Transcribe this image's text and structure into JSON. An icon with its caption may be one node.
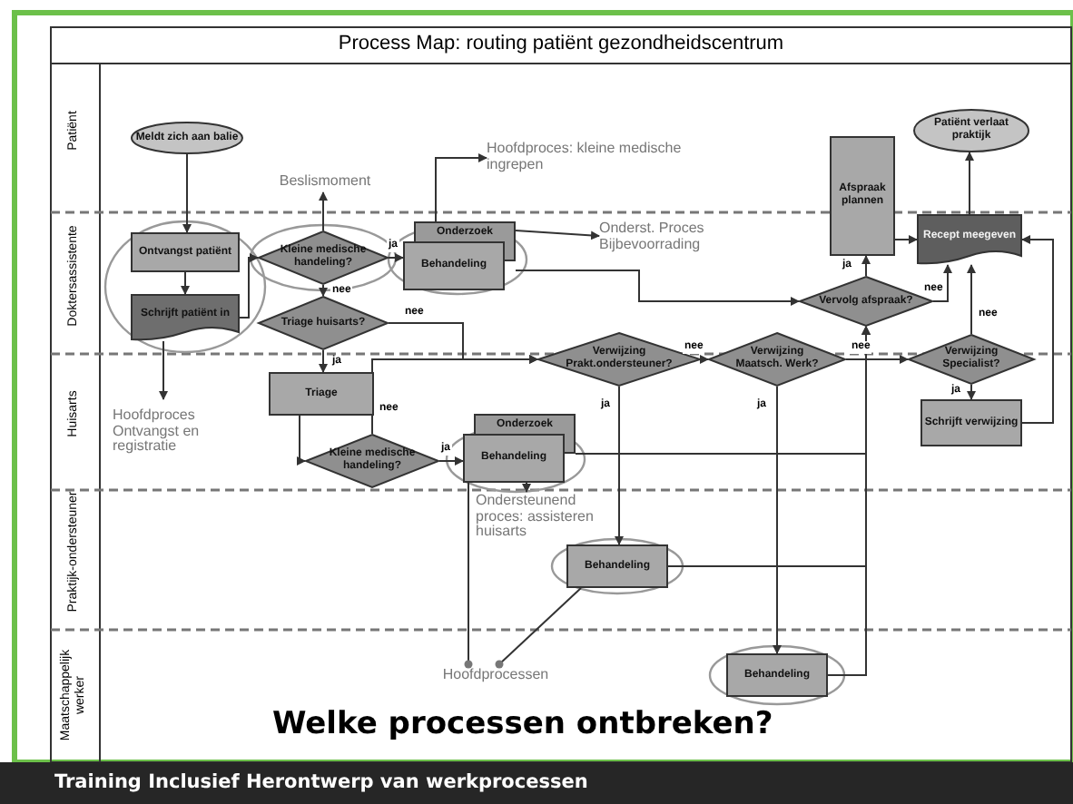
{
  "diagram": {
    "title": "Process Map: routing patiënt gezondheidscentrum",
    "nodes": [
      {
        "text": [
          "Meldt zich aan balie"
        ]
      },
      {
        "text": [
          "Ontvangst patiënt"
        ]
      },
      {
        "text": [
          "Schrijft patiënt in"
        ]
      },
      {
        "text": [
          "Kleine medische handeling?"
        ]
      },
      {
        "text": [
          "Onderzoek",
          "Behandeling"
        ]
      },
      {
        "text": [
          "Triage huisarts?"
        ]
      },
      {
        "text": [
          "Triage"
        ]
      },
      {
        "text": [
          "Kleine medische handeling?"
        ]
      },
      {
        "text": [
          "Onderzoek",
          "Behandeling"
        ]
      },
      {
        "text": [
          "Verwijzing Prakt.ondersteuner?"
        ]
      },
      {
        "text": [
          "Verwijzing Maatsch. Werk?"
        ]
      },
      {
        "text": [
          "Vervolg afspraak?"
        ]
      },
      {
        "text": [
          "Verwijzing Specialist?"
        ]
      },
      {
        "text": [
          "Schrijft verwijzing"
        ]
      },
      {
        "text": [
          "Afspraak plannen"
        ]
      },
      {
        "text": [
          "Recept meegeven"
        ]
      },
      {
        "text": [
          "Patiënt verlaat praktijk"
        ]
      },
      {
        "text": [
          "Behandeling"
        ]
      },
      {
        "text": [
          "Behandeling"
        ]
      },
      {
        "text": [
          "Beslismoment"
        ]
      },
      {
        "text": [
          "Hoofdproces: kleine medische ingrepen"
        ]
      },
      {
        "text": [
          "Onderst. Proces Bijbevoorrading"
        ]
      },
      {
        "text": [
          "Hoofdproces Ontvangst en registratie"
        ]
      },
      {
        "text": [
          "Ondersteunend proces: assisteren huisarts"
        ]
      },
      {
        "text": [
          "Hoofdprocessen"
        ]
      }
    ],
    "edges": [
      {
        "from": 0,
        "to": 1,
        "arrow": "to"
      },
      {
        "from": 1,
        "to": 2,
        "arrow": "to"
      },
      {
        "from": 2,
        "to": 3,
        "arrow": "to"
      },
      {
        "from": 3,
        "to": 4,
        "arrow": "to",
        "label": "ja"
      },
      {
        "from": 3,
        "to": 5,
        "arrow": "to",
        "label": "nee"
      },
      {
        "from": 5,
        "to": 6,
        "arrow": "to",
        "label": "ja"
      },
      {
        "from": 5,
        "to": 9,
        "arrow": "to",
        "label": "nee"
      },
      {
        "from": 6,
        "to": 7,
        "arrow": "to"
      },
      {
        "from": 7,
        "to": 8,
        "arrow": "to",
        "label": "ja"
      },
      {
        "from": 7,
        "to": 9,
        "arrow": "to",
        "label": "nee"
      },
      {
        "from": 4,
        "to": 11,
        "arrow": "to"
      },
      {
        "from": 8,
        "to": 11,
        "arrow": "to"
      },
      {
        "from": 17,
        "to": 11,
        "arrow": "to"
      },
      {
        "from": 18,
        "to": 11,
        "arrow": "to"
      },
      {
        "from": 9,
        "to": 10,
        "arrow": "to",
        "label": "nee"
      },
      {
        "from": 9,
        "to": 17,
        "arrow": "to",
        "label": "ja"
      },
      {
        "from": 10,
        "to": 12,
        "arrow": "to",
        "label": "nee"
      },
      {
        "from": 10,
        "to": 18,
        "arrow": "to",
        "label": "ja"
      },
      {
        "from": 11,
        "to": 14,
        "arrow": "to",
        "label": "ja"
      },
      {
        "from": 11,
        "to": 15,
        "arrow": "to",
        "label": "nee"
      },
      {
        "from": 12,
        "to": 15,
        "arrow": "to",
        "label": "nee"
      },
      {
        "from": 12,
        "to": 13,
        "arrow": "to",
        "label": "ja"
      },
      {
        "from": 13,
        "to": 15,
        "arrow": "to"
      },
      {
        "from": 14,
        "to": 15,
        "arrow": "to"
      },
      {
        "from": 15,
        "to": 16,
        "arrow": "to"
      },
      {
        "from": 3,
        "to": 19,
        "arrow": "to"
      },
      {
        "from": 4,
        "to": 20,
        "arrow": "to"
      },
      {
        "from": 4,
        "to": 21,
        "arrow": "to"
      },
      {
        "from": 2,
        "to": 22,
        "arrow": "to"
      },
      {
        "from": 8,
        "to": 23,
        "arrow": "to"
      },
      {
        "from": 8,
        "to": 24,
        "arrow": "other"
      },
      {
        "from": 17,
        "to": 24,
        "arrow": "other"
      }
    ],
    "labels": [
      "Patiënt",
      "Doktersassistente",
      "Huisarts",
      "Praktijk-ondersteuner",
      "Maatschappelijk werker",
      "Welke processen ontbreken?",
      "Training Inclusief Herontwerp van werkprocessen"
    ]
  }
}
